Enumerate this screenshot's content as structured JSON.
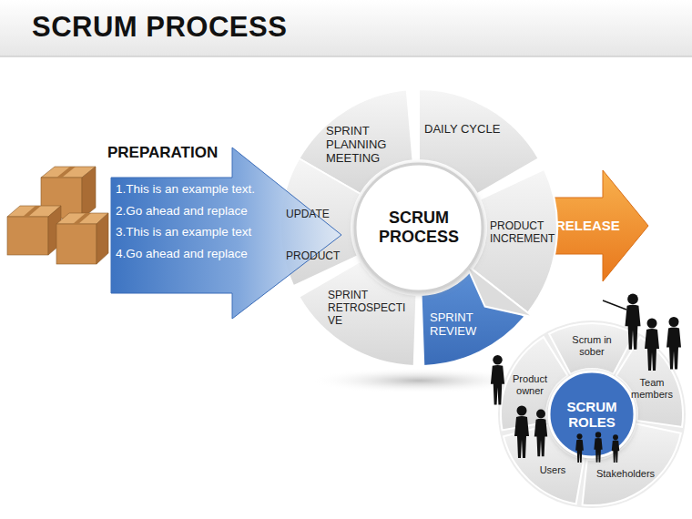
{
  "diagram": {
    "title": "SCRUM PROCESS",
    "nodes": [
      {
        "text": [
          "PREPARATION",
          "1.This is an example text.",
          "2.Go ahead and replace",
          "3.This is an example text",
          "4.Go ahead and replace"
        ]
      },
      {
        "text": [
          "SPRINT PLANNING MEETING"
        ]
      },
      {
        "text": [
          "DAILY CYCLE"
        ]
      },
      {
        "text": [
          "PRODUCT INCREMENT"
        ]
      },
      {
        "text": [
          "SPRINT REVIEW"
        ]
      },
      {
        "text": [
          "SPRINT RETROSPECTI VE"
        ]
      },
      {
        "text": [
          "UPDATE PRODUCT"
        ]
      },
      {
        "text": [
          "SCRUM PROCESS"
        ]
      },
      {
        "text": [
          "RELEASE"
        ]
      },
      {
        "text": [
          "SCRUM ROLES"
        ]
      },
      {
        "text": [
          "Scrum in sober"
        ]
      },
      {
        "text": [
          "Team members"
        ]
      },
      {
        "text": [
          "Stakeholders"
        ]
      },
      {
        "text": [
          "Users"
        ]
      },
      {
        "text": [
          "Product owner"
        ]
      }
    ]
  }
}
